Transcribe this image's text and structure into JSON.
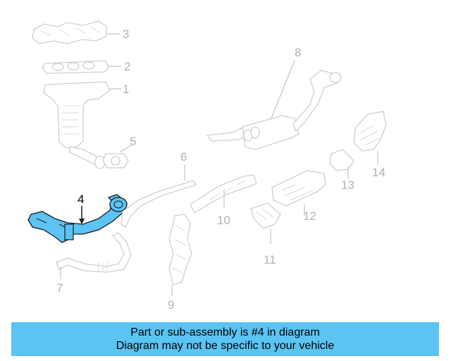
{
  "callouts": [
    {
      "id": "1",
      "label": "1"
    },
    {
      "id": "2",
      "label": "2"
    },
    {
      "id": "3",
      "label": "3"
    },
    {
      "id": "4",
      "label": "4"
    },
    {
      "id": "5",
      "label": "5"
    },
    {
      "id": "6",
      "label": "6"
    },
    {
      "id": "7",
      "label": "7"
    },
    {
      "id": "8",
      "label": "8"
    },
    {
      "id": "9",
      "label": "9"
    },
    {
      "id": "10",
      "label": "10"
    },
    {
      "id": "11",
      "label": "11"
    },
    {
      "id": "12",
      "label": "12"
    },
    {
      "id": "13",
      "label": "13"
    },
    {
      "id": "14",
      "label": "14"
    }
  ],
  "highlight_part": "4",
  "colors": {
    "highlight": "#5bc4f3",
    "banner": "#5bc4f3",
    "muted_line": "#cfcfcf",
    "muted_text": "#b3b3b3"
  },
  "banner": {
    "line1": "Part or sub-assembly is #4 in diagram",
    "line2": "Diagram may not be specific to your vehicle"
  }
}
